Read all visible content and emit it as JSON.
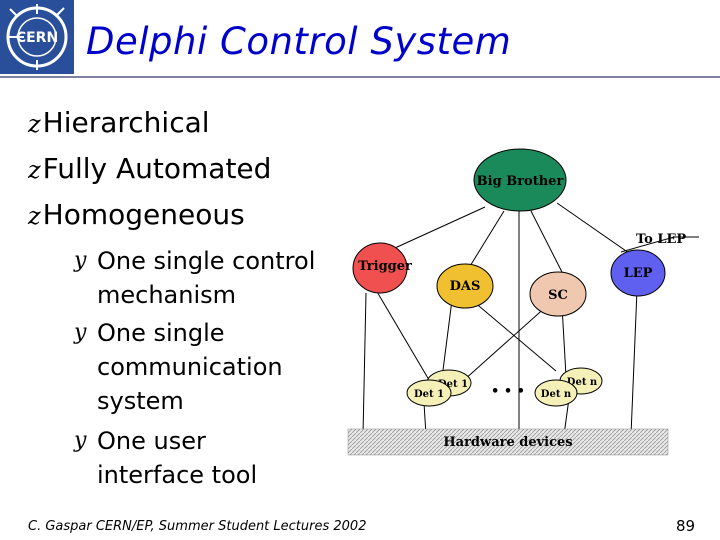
{
  "logo": {
    "text": "CERN"
  },
  "title": "Delphi Control System",
  "bullets": [
    {
      "mark": "z",
      "text": "Hierarchical"
    },
    {
      "mark": "z",
      "text": "Fully Automated"
    },
    {
      "mark": "z",
      "text": "Homogeneous"
    }
  ],
  "sub_bullets": [
    {
      "mark": "y",
      "line1": "One single control",
      "line2": "mechanism"
    },
    {
      "mark": "y",
      "line1": "One single",
      "line2": "communication",
      "line3": "system"
    },
    {
      "mark": "y",
      "line1": "One user",
      "line2": "interface tool"
    }
  ],
  "diagram": {
    "big_brother": "Big Brother",
    "to_lep": "To LEP",
    "trigger": "Trigger",
    "das": "DAS",
    "sc": "SC",
    "lep": "LEP",
    "det1_front": "Det 1",
    "det1_back": "Det 1",
    "detn_front": "Det n",
    "detn_back": "Det n",
    "ellipsis": "• • •",
    "hardware": "Hardware devices",
    "colors": {
      "big_brother": "#1a8a5a",
      "trigger": "#f05050",
      "das": "#f0c030",
      "sc": "#f0c8b0",
      "lep": "#6060f0",
      "det": "#f4f0b8"
    }
  },
  "footer": "C. Gaspar CERN/EP, Summer Student Lectures 2002",
  "page_number": "89"
}
